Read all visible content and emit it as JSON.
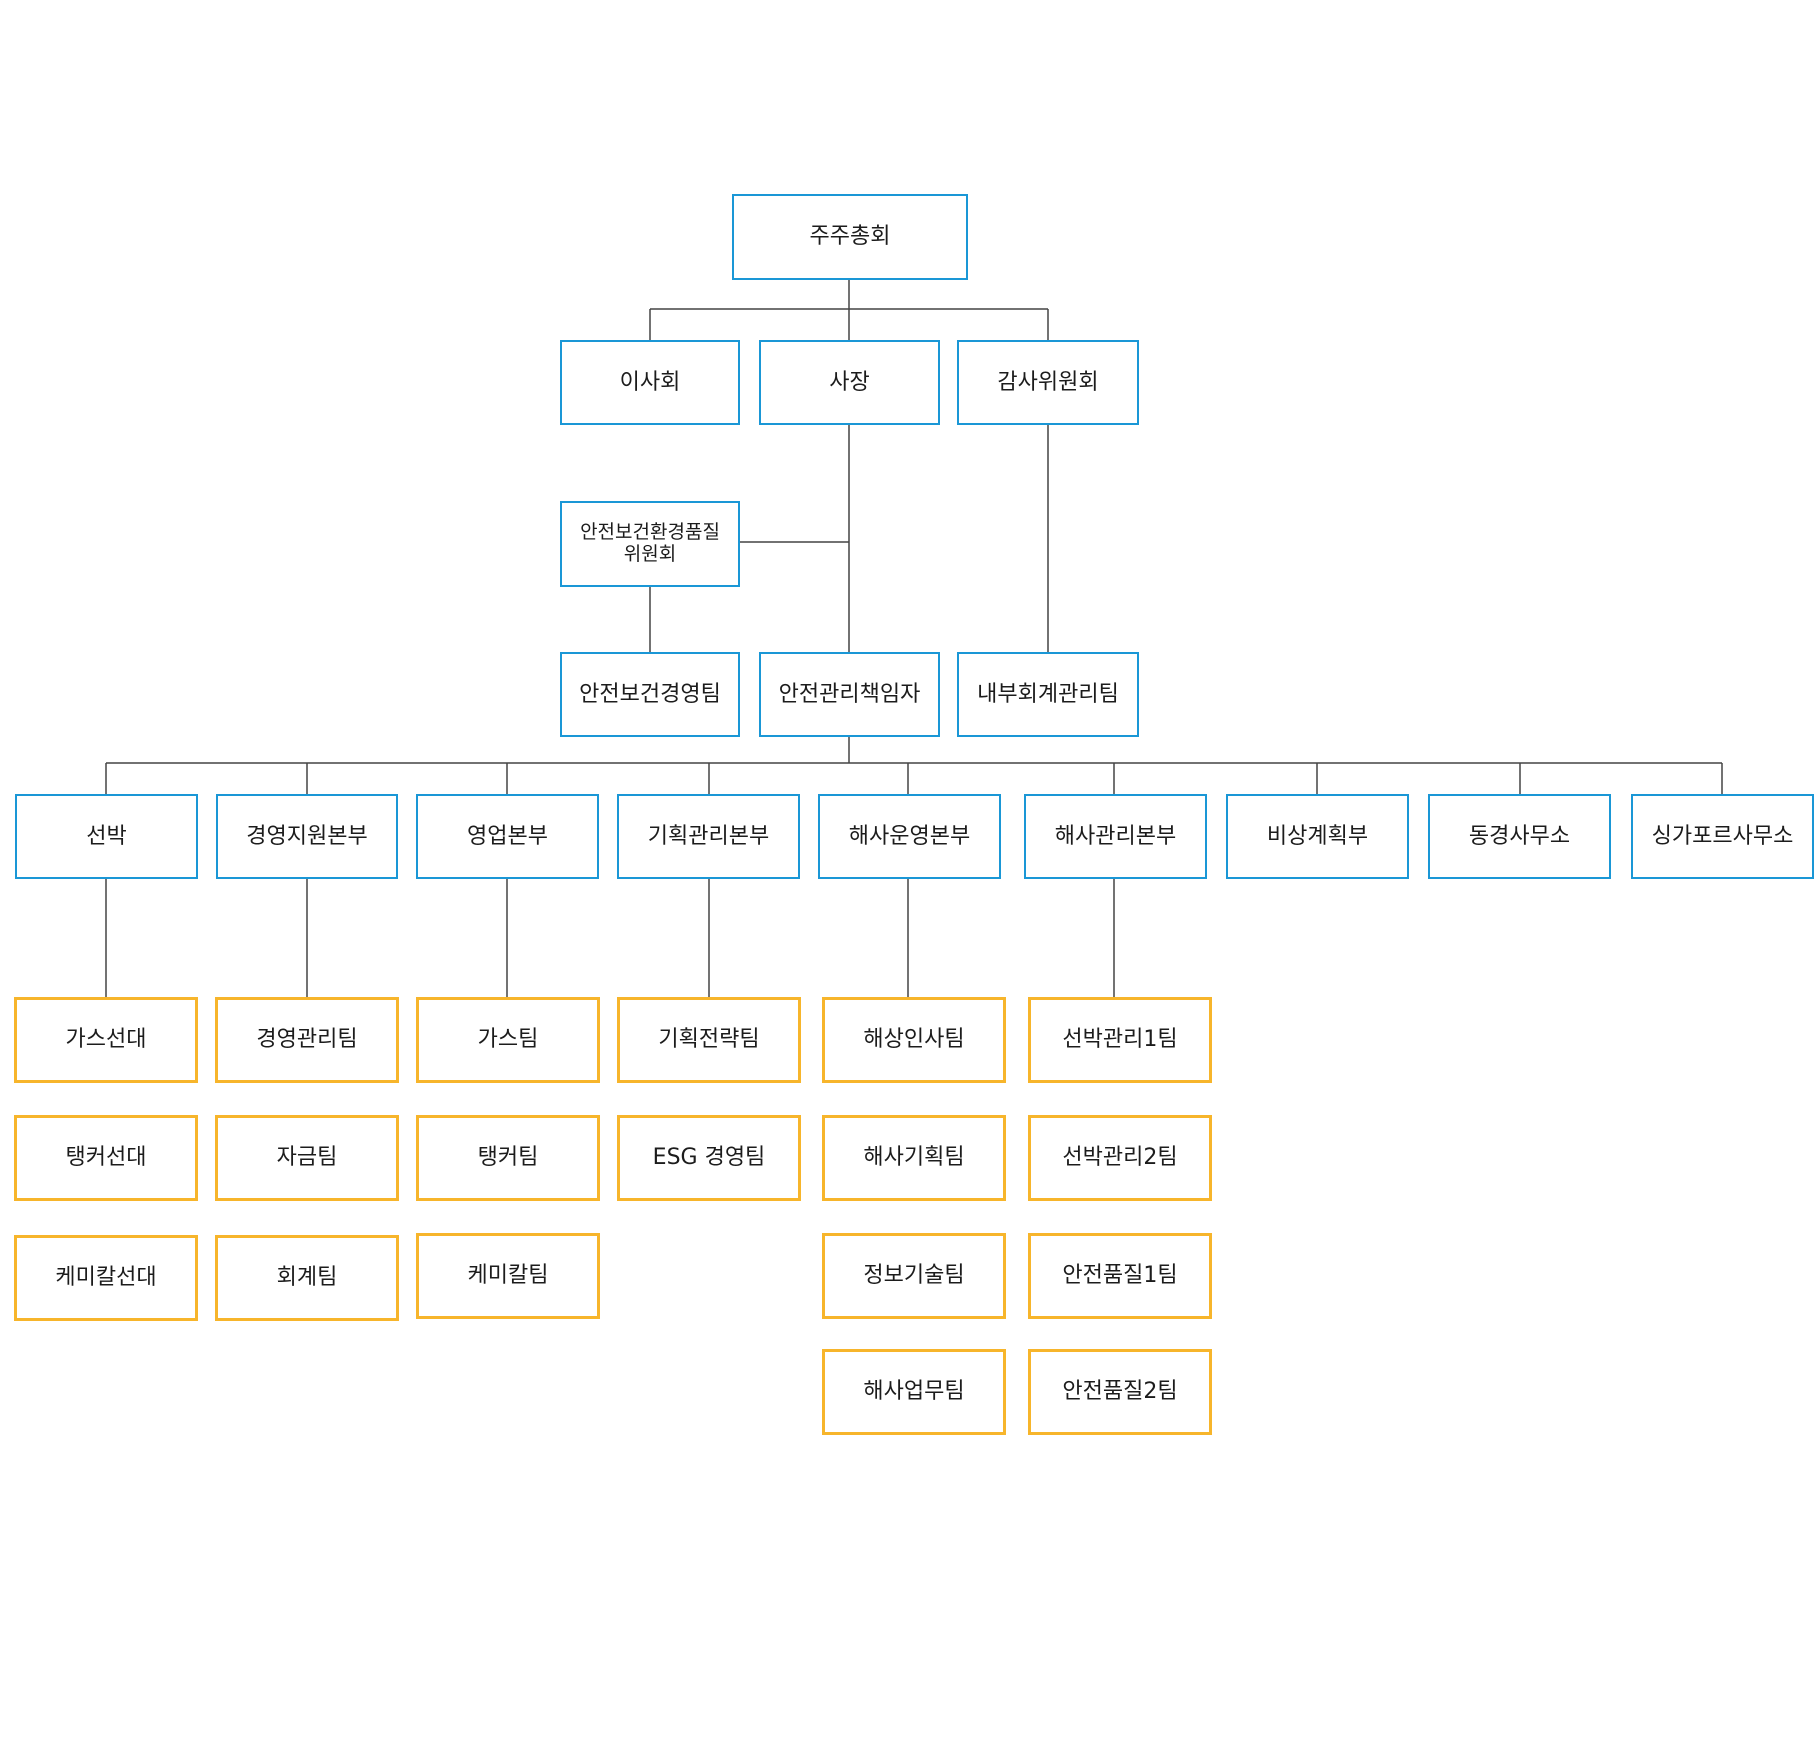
{
  "colors": {
    "department_border": "#1a97d6",
    "team_border": "#f7b52b",
    "connector": "#444444"
  },
  "org": {
    "shareholders": "주주총회",
    "board": "이사회",
    "president": "사장",
    "audit_committee": "감사위원회",
    "she_committee": "안전보건환경품질\n위원회",
    "safety_health_team": "안전보건경영팀",
    "safety_officer": "안전관리책임자",
    "internal_accounting_team": "내부회계관리팀",
    "divisions": [
      {
        "name": "선박",
        "teams": [
          "가스선대",
          "탱커선대",
          "케미칼선대"
        ]
      },
      {
        "name": "경영지원본부",
        "teams": [
          "경영관리팀",
          "자금팀",
          "회계팀"
        ]
      },
      {
        "name": "영업본부",
        "teams": [
          "가스팀",
          "탱커팀",
          "케미칼팀"
        ]
      },
      {
        "name": "기획관리본부",
        "teams": [
          "기획전략팀",
          "ESG 경영팀"
        ]
      },
      {
        "name": "해사운영본부",
        "teams": [
          "해상인사팀",
          "해사기획팀",
          "정보기술팀",
          "해사업무팀"
        ]
      },
      {
        "name": "해사관리본부",
        "teams": [
          "선박관리1팀",
          "선박관리2팀",
          "안전품질1팀",
          "안전품질2팀"
        ]
      },
      {
        "name": "비상계획부",
        "teams": []
      },
      {
        "name": "동경사무소",
        "teams": []
      },
      {
        "name": "싱가포르사무소",
        "teams": []
      }
    ]
  }
}
